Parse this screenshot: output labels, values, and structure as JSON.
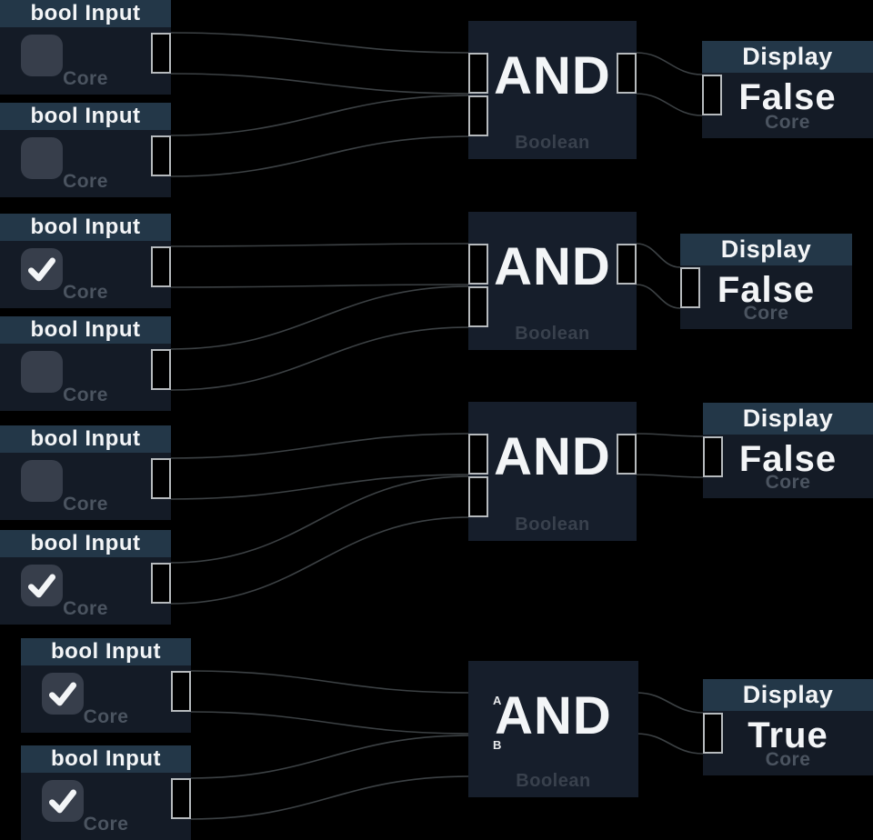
{
  "colors": {
    "background": "#000000",
    "node_header": "#233748",
    "node_body": "#141b26",
    "and_body": "#161e2b",
    "muted_label": "#4b5460",
    "port_border": "#b6babd",
    "wire": "#3c4144",
    "text": "#f3f5f7",
    "checkbox_bg": "#373e4b"
  },
  "inputs": [
    {
      "label": "bool Input",
      "category": "Core",
      "checked": false
    },
    {
      "label": "bool Input",
      "category": "Core",
      "checked": false
    },
    {
      "label": "bool Input",
      "category": "Core",
      "checked": true
    },
    {
      "label": "bool Input",
      "category": "Core",
      "checked": false
    },
    {
      "label": "bool Input",
      "category": "Core",
      "checked": false
    },
    {
      "label": "bool Input",
      "category": "Core",
      "checked": true
    },
    {
      "label": "bool Input",
      "category": "Core",
      "checked": true
    },
    {
      "label": "bool Input",
      "category": "Core",
      "checked": true
    }
  ],
  "gates": [
    {
      "label": "AND",
      "category": "Boolean"
    },
    {
      "label": "AND",
      "category": "Boolean"
    },
    {
      "label": "AND",
      "category": "Boolean"
    },
    {
      "label": "AND",
      "category": "Boolean",
      "pin_a": "A",
      "pin_b": "B"
    }
  ],
  "displays": [
    {
      "label": "Display",
      "value": "False",
      "category": "Core"
    },
    {
      "label": "Display",
      "value": "False",
      "category": "Core"
    },
    {
      "label": "Display",
      "value": "False",
      "category": "Core"
    },
    {
      "label": "Display",
      "value": "True",
      "category": "Core"
    }
  ]
}
